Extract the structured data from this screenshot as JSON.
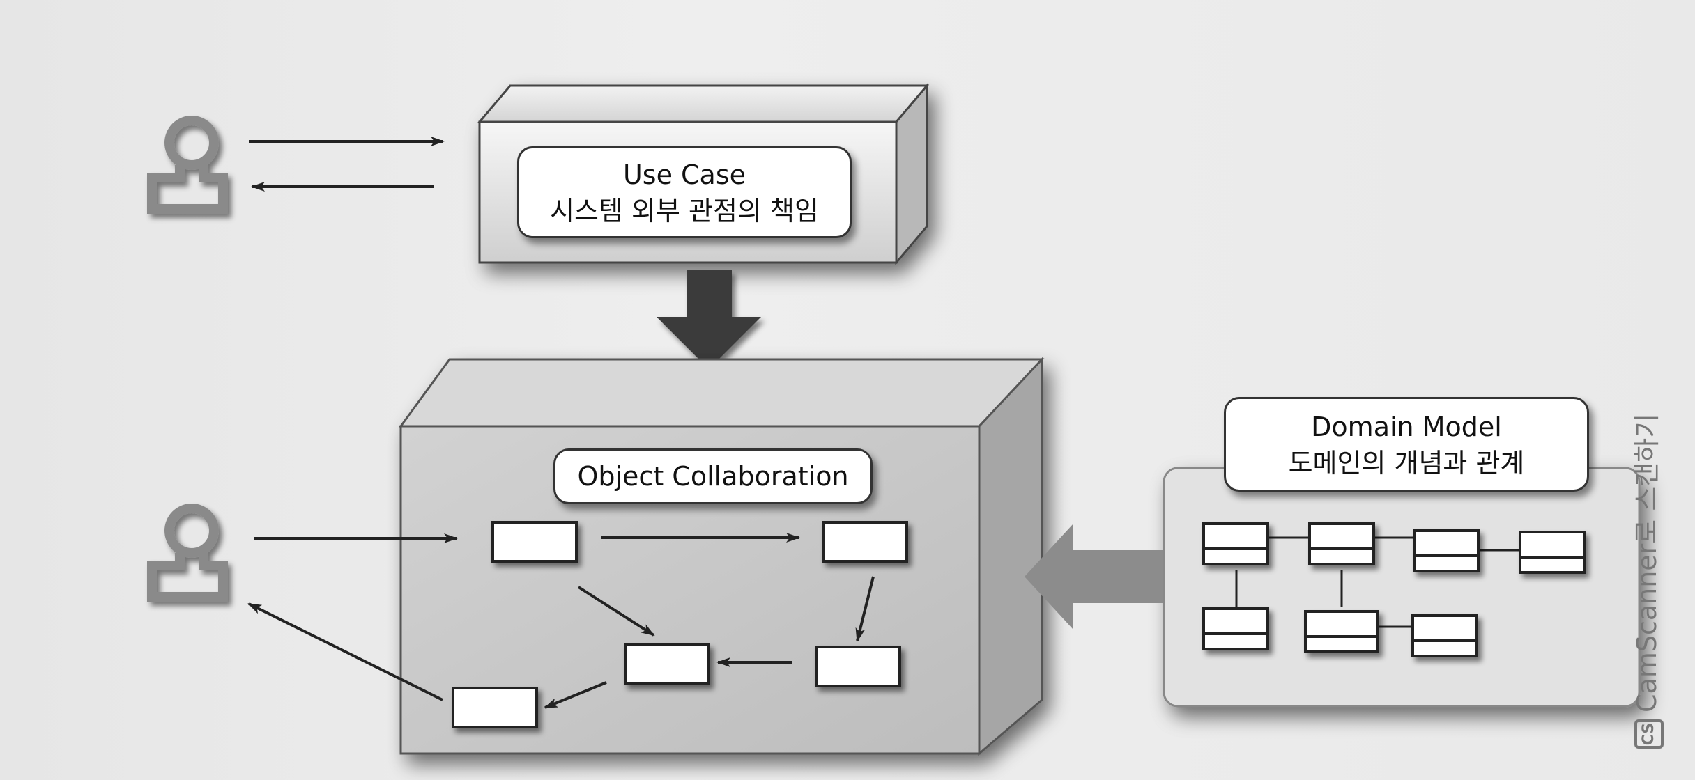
{
  "diagram": {
    "use_case": {
      "title": "Use Case",
      "subtitle": "시스템 외부 관점의 책임"
    },
    "object_collaboration": {
      "title": "Object Collaboration"
    },
    "domain_model": {
      "title": "Domain Model",
      "subtitle": "도메인의 개념과 관계"
    }
  },
  "watermark": {
    "icon_text": "CS",
    "text": "CamScanner로 스캔하기"
  },
  "colors": {
    "box_face": "#c8c8c8",
    "box_top": "#dedede",
    "box_side": "#a8a8a8",
    "arrow": "#222222",
    "big_arrow": "#3a3a3a",
    "actor": "#8a8a8a"
  }
}
